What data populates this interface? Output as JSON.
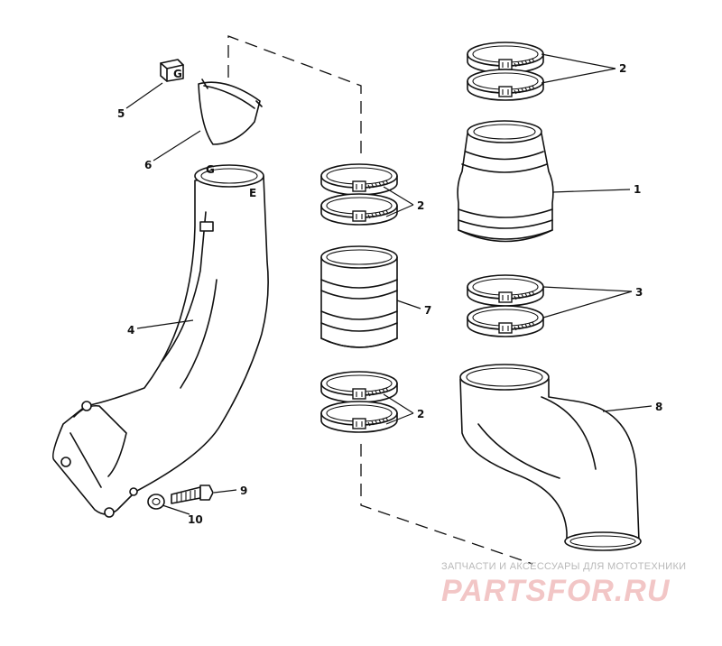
{
  "diagram": {
    "callouts": [
      {
        "id": "label-1",
        "text": "1"
      },
      {
        "id": "label-2-top",
        "text": "2"
      },
      {
        "id": "label-2-upper",
        "text": "2"
      },
      {
        "id": "label-2-lower",
        "text": "2"
      },
      {
        "id": "label-3",
        "text": "3"
      },
      {
        "id": "label-4",
        "text": "4"
      },
      {
        "id": "label-5",
        "text": "5"
      },
      {
        "id": "label-6",
        "text": "6"
      },
      {
        "id": "label-7",
        "text": "7"
      },
      {
        "id": "label-8",
        "text": "8"
      },
      {
        "id": "label-9",
        "text": "9"
      },
      {
        "id": "label-10",
        "text": "10"
      }
    ],
    "part_marks": {
      "cap_letter": "G",
      "pipe_letter_left": "G",
      "pipe_letter_right": "E"
    }
  },
  "watermark": {
    "caption": "ЗАПЧАСТИ И АКСЕССУАРЫ ДЛЯ МОТОТЕХНИКИ",
    "logo": "PARTSFOR.RU"
  }
}
